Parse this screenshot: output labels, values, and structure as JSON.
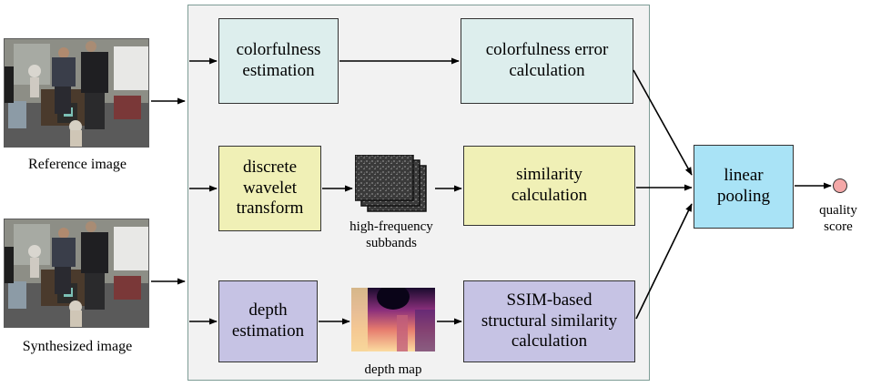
{
  "inputs": {
    "reference_label": "Reference image",
    "synthesized_label": "Synthesized image"
  },
  "blocks": {
    "colorfulness_estimation": "colorfulness\nestimation",
    "colorfulness_error": "colorfulness error\ncalculation",
    "dwt": "discrete\nwavelet\ntransform",
    "similarity": "similarity\ncalculation",
    "depth_estimation": "depth\nestimation",
    "ssim": "SSIM-based\nstructural similarity\ncalculation",
    "linear_pooling": "linear\npooling"
  },
  "intermediates": {
    "subbands_label": "high-frequency\nsubbands",
    "depth_map_label": "depth map"
  },
  "output": {
    "quality_label": "quality\nscore",
    "dot_color": "#f4a8a8"
  },
  "colors": {
    "panel_border": "#7d9c95",
    "blue_block": "#ddeeed",
    "yellow_block": "#f0f0b6",
    "purple_block": "#c6c3e4",
    "pooling_block": "#a9e3f6"
  }
}
